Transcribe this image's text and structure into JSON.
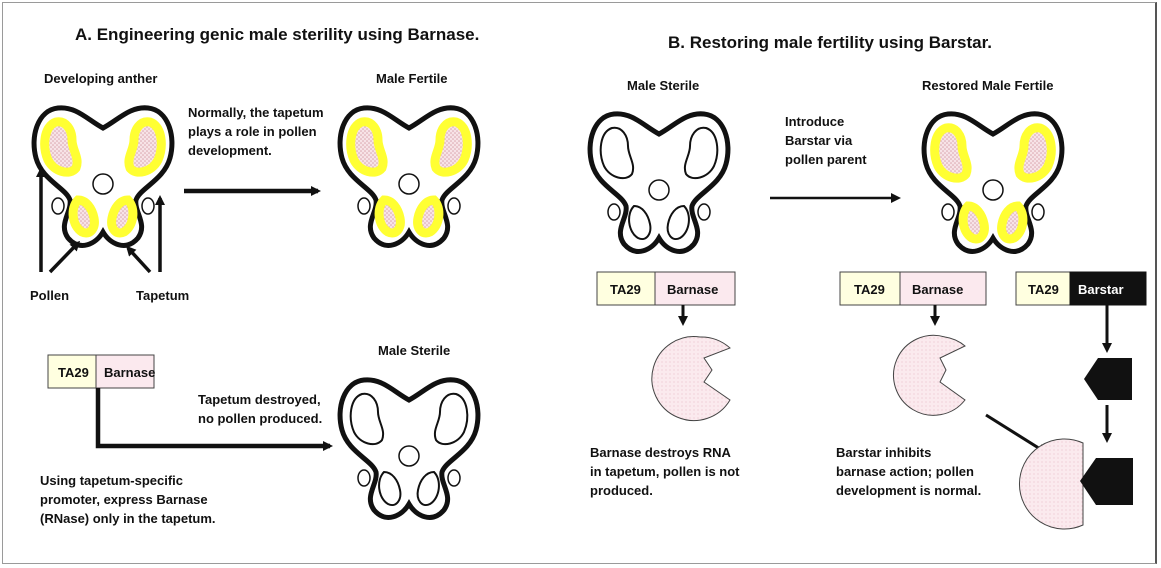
{
  "panel_a": {
    "title": "A. Engineering genic male sterility using Barnase.",
    "developing_anther": "Developing anther",
    "male_fertile": "Male Fertile",
    "arrow_note": [
      "Normally, the tapetum",
      "plays a role in pollen",
      "development."
    ],
    "pollen": "Pollen",
    "tapetum": "Tapetum",
    "male_sterile": "Male Sterile",
    "gene_promoter": "TA29",
    "gene_barnase": "Barnase",
    "destroyed_note": [
      "Tapetum destroyed,",
      "no pollen produced."
    ],
    "caption": [
      "Using tapetum-specific",
      "promoter, express Barnase",
      "(RNase) only in the tapetum."
    ]
  },
  "panel_b": {
    "title": "B. Restoring male fertility using Barstar.",
    "male_sterile": "Male Sterile",
    "restored": "Restored Male Fertile",
    "introduce_note": [
      "Introduce",
      "Barstar via",
      "pollen parent"
    ],
    "gene1_promoter": "TA29",
    "gene1_barnase": "Barnase",
    "gene2_promoter": "TA29",
    "gene2_barnase": "Barnase",
    "gene3_promoter": "TA29",
    "gene3_barstar": "Barstar",
    "caption_left": [
      "Barnase destroys RNA",
      "in tapetum, pollen is not",
      "produced."
    ],
    "caption_right": [
      "Barstar inhibits",
      "barnase action; pollen",
      "development is normal."
    ]
  },
  "colors": {
    "tapetum_yellow": "#ffff33",
    "pollen_pink": "#f4d2d8",
    "promoter_fill": "#ffffe0",
    "barnase_fill": "#fbe9ee",
    "barstar_fill": "#111111",
    "enzyme_fill": "#fbe4e8"
  }
}
